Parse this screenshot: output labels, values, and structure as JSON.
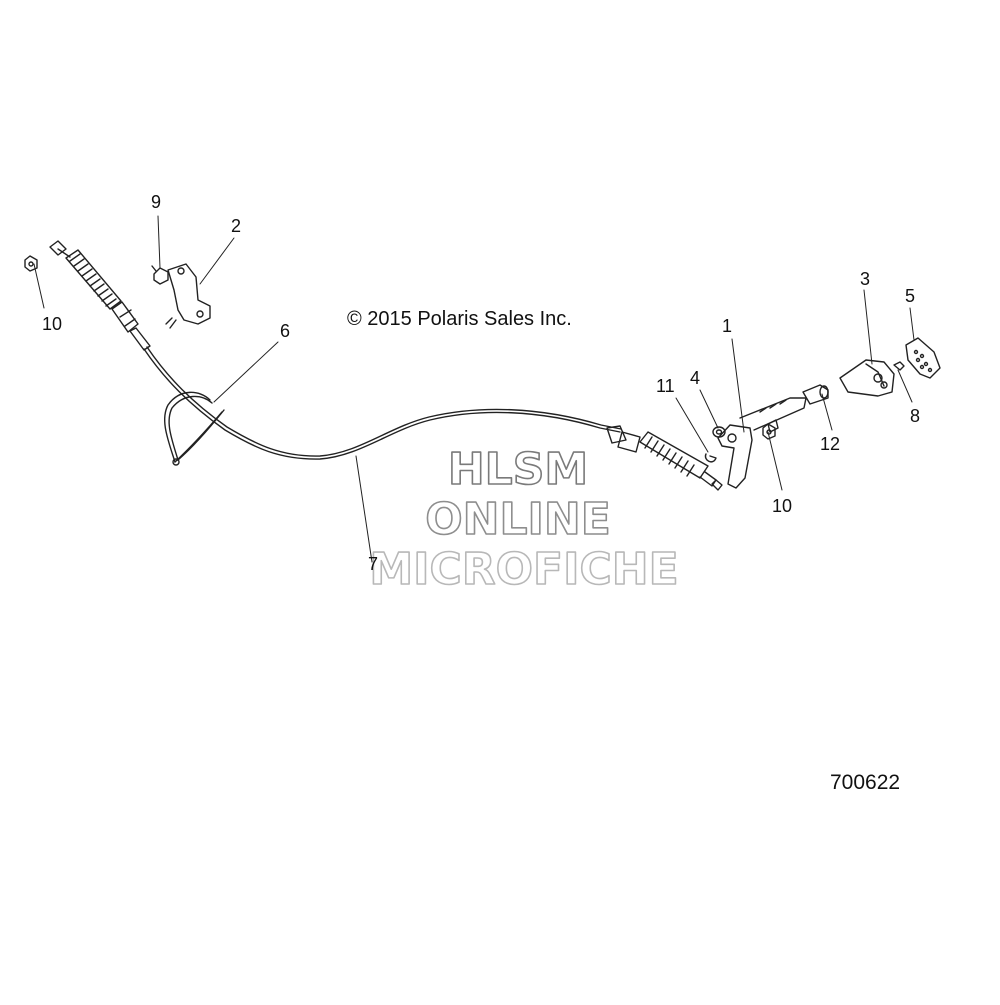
{
  "copyright": "© 2015 Polaris Sales Inc.",
  "drawing_number": "700622",
  "watermark": [
    "HLSM",
    "ONLINE",
    "MICROFICHE"
  ],
  "callouts": [
    "1",
    "2",
    "3",
    "4",
    "5",
    "6",
    "7",
    "8",
    "9",
    "10",
    "10",
    "11",
    "12"
  ]
}
